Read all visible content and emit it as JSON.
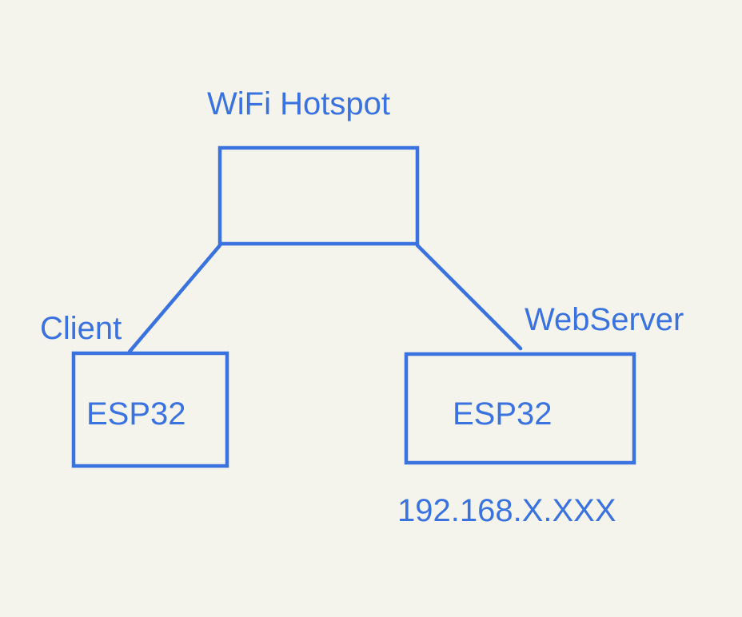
{
  "colors": {
    "stroke": "#3a72e0",
    "text": "#3a72e0",
    "background": "#f5f4ec"
  },
  "hotspot": {
    "label": "WiFi Hotspot"
  },
  "client": {
    "role_label": "Client",
    "device_label": "ESP32"
  },
  "webserver": {
    "role_label": "WebServer",
    "device_label": "ESP32",
    "address": "192.168.X.XXX"
  }
}
